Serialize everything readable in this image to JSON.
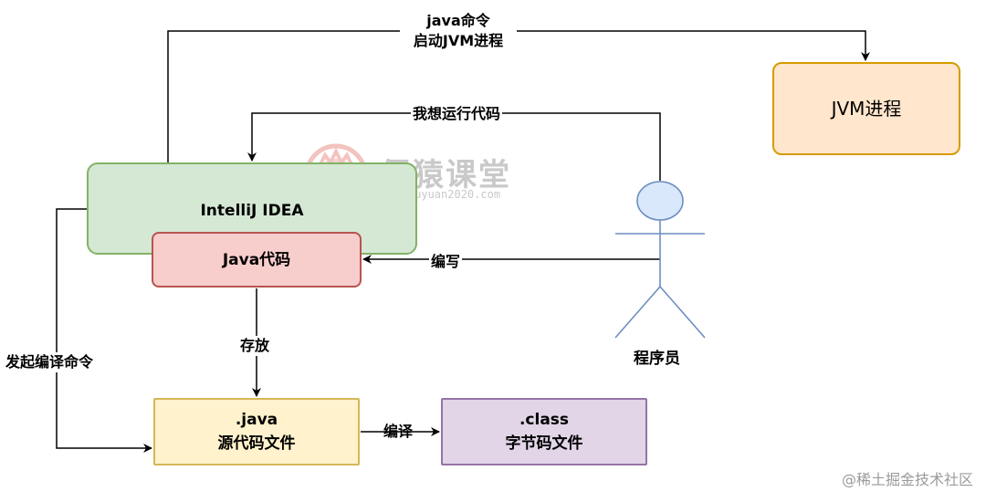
{
  "nodes": {
    "jvm_process": "JVM进程",
    "intellij": "IntelliJ IDEA",
    "java_code": "Java代码",
    "java_source": {
      "line1": ".java",
      "line2": "源代码文件"
    },
    "class_file": {
      "line1": ".class",
      "line2": "字节码文件"
    },
    "programmer": "程序员"
  },
  "edges": {
    "java_command": {
      "line1": "java命令",
      "line2": "启动JVM进程"
    },
    "want_run": "我想运行代码",
    "write": "编写",
    "store": "存放",
    "compile": "编译",
    "issue_compile": "发起编译命令"
  },
  "watermark": {
    "title": "儒猿课堂",
    "url": "www.ruyuan2020.com"
  },
  "footer": "@稀土掘金技术社区",
  "colors": {
    "jvm_fill": "#ffe6cc",
    "jvm_stroke": "#d79b00",
    "idea_fill": "#d5e8d4",
    "idea_stroke": "#82b366",
    "code_fill": "#f8cecc",
    "code_stroke": "#b85450",
    "source_fill": "#fff2cc",
    "source_stroke": "#d6b656",
    "class_fill": "#e1d5e7",
    "class_stroke": "#9673a6",
    "actor_fill": "#dae8fc",
    "actor_stroke": "#6c8ebf"
  }
}
